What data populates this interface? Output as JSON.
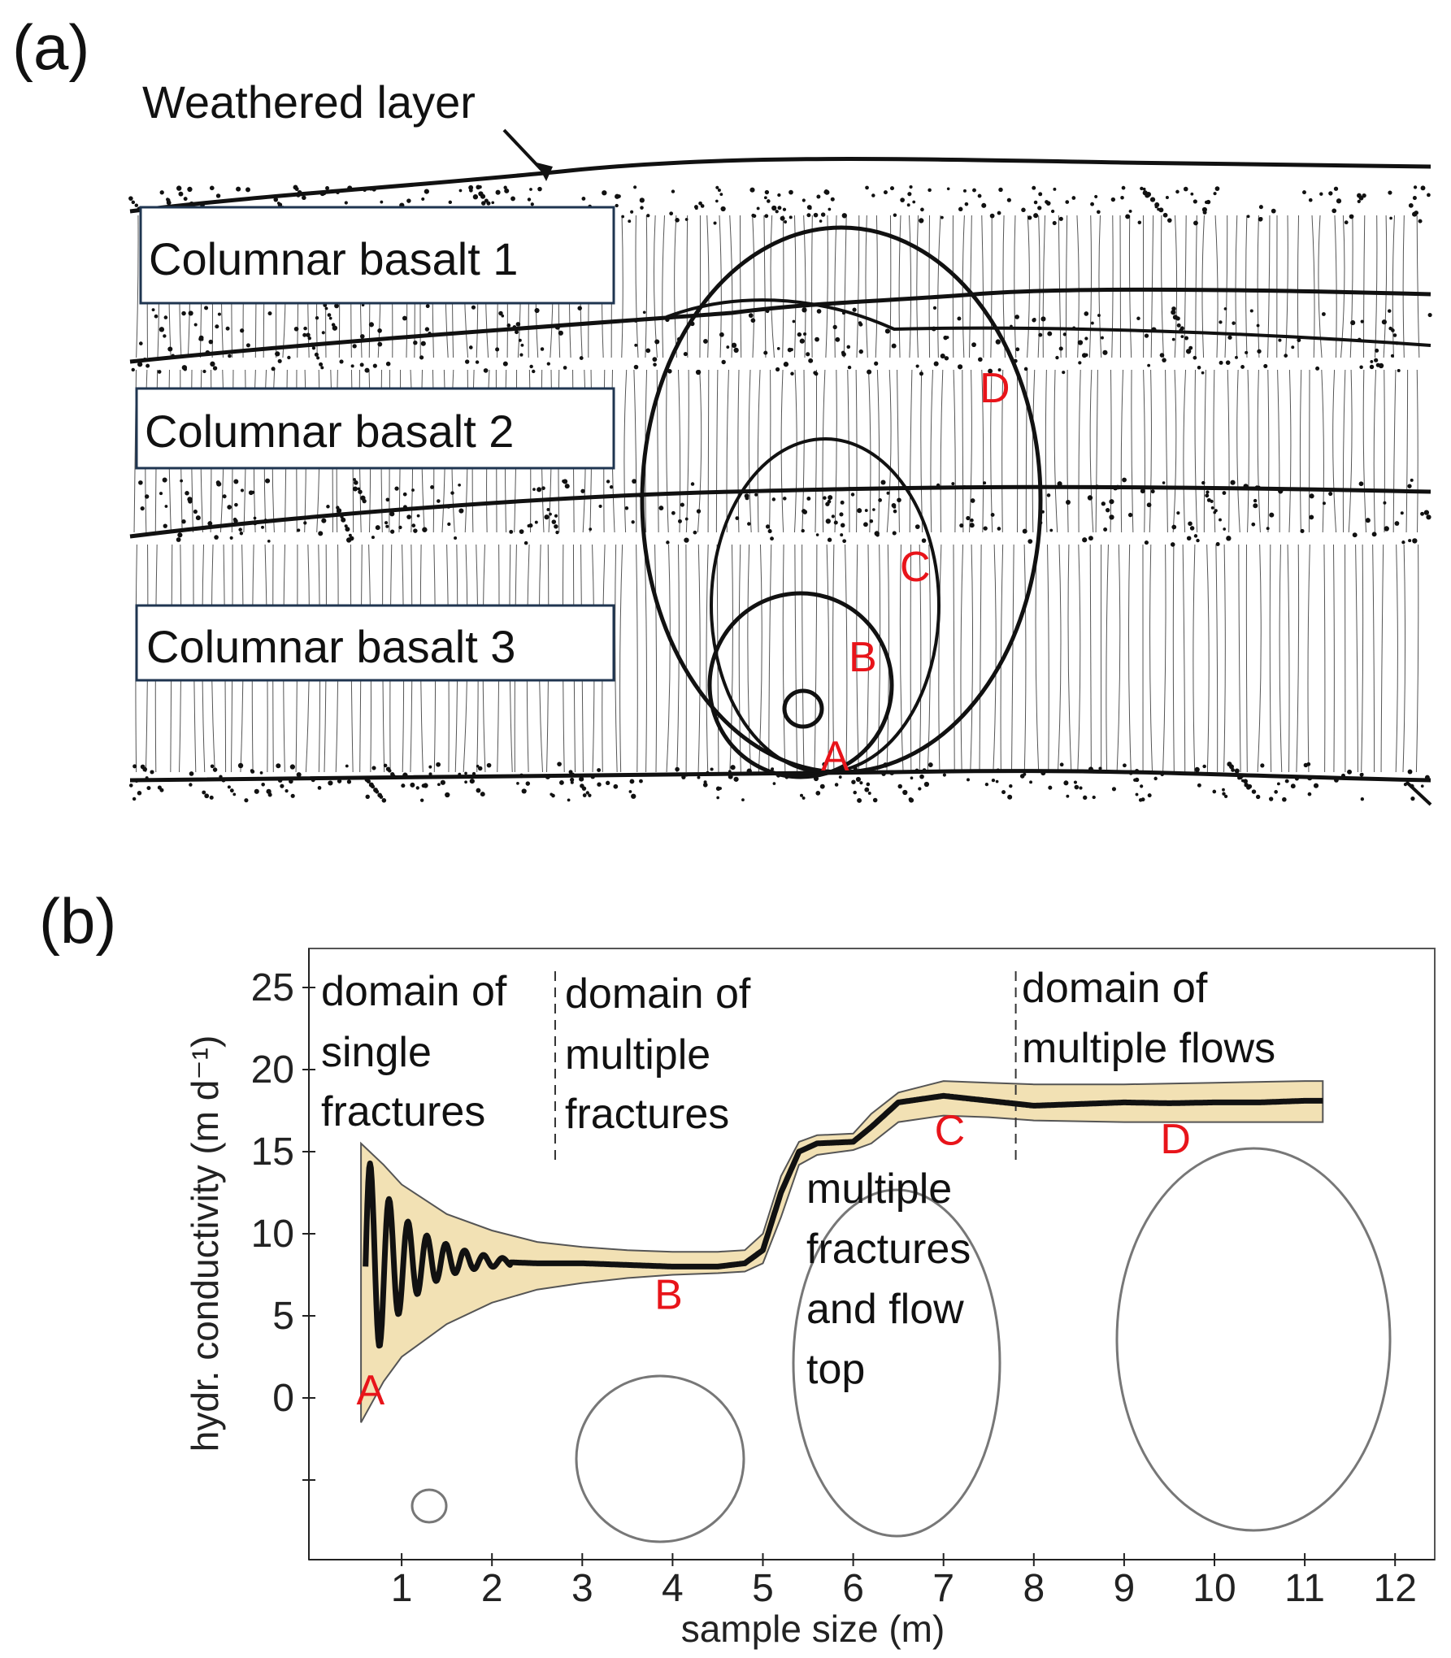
{
  "panel_a": {
    "label": "(a)",
    "weathered_label": "Weathered layer",
    "layers": [
      "Columnar basalt 1",
      "Columnar basalt 2",
      "Columnar basalt 3"
    ],
    "ellipse_labels": [
      "A",
      "B",
      "C",
      "D"
    ]
  },
  "panel_b": {
    "label": "(b)",
    "domains": {
      "single": [
        "domain of",
        "single",
        "fractures"
      ],
      "multiple": [
        "domain of",
        "multiple",
        "fractures"
      ],
      "flow_top": [
        "multiple",
        "fractures",
        "and flow",
        "top"
      ],
      "flows": [
        "domain of",
        "multiple flows"
      ]
    }
  },
  "chart_data": {
    "type": "line",
    "xlabel": "sample size (m)",
    "ylabel": "hydr. conductivity (m d⁻¹)",
    "x_ticks": [
      "1",
      "2",
      "3",
      "4",
      "5",
      "6",
      "7",
      "8",
      "9",
      "10",
      "11",
      "12"
    ],
    "y_ticks": [
      "0",
      "5",
      "10",
      "15",
      "20",
      "25"
    ],
    "xlim": [
      0,
      12.5
    ],
    "ylim": [
      -10,
      27
    ],
    "domain_boundaries": [
      2.7,
      7.8
    ],
    "series": [
      {
        "x": [
          0.6,
          0.9,
          1.2,
          1.5,
          2.0,
          2.5,
          3.0,
          3.5,
          4.0,
          4.5,
          4.8,
          5.0,
          5.2,
          5.4,
          5.6,
          6.0,
          6.2,
          6.5,
          7.0,
          7.5,
          8.0,
          8.5,
          9.0,
          9.5,
          10.0,
          10.5,
          11.0,
          11.2
        ],
        "y": [
          8,
          8.2,
          8.3,
          8.4,
          8.3,
          8.2,
          8.2,
          8.1,
          8.0,
          8.0,
          8.2,
          9,
          12.5,
          15,
          15.5,
          15.6,
          16.5,
          18,
          18.4,
          18.1,
          17.8,
          17.9,
          18.0,
          17.95,
          18.0,
          18.0,
          18.1,
          18.1
        ]
      }
    ],
    "band": {
      "x": [
        0.55,
        0.8,
        1.0,
        1.5,
        2.0,
        2.5,
        3.0,
        3.5,
        4.0,
        4.5,
        4.8,
        5.0,
        5.2,
        5.4,
        5.6,
        6.0,
        6.2,
        6.5,
        7.0,
        7.5,
        8.0,
        9.0,
        10.0,
        11.0,
        11.2
      ],
      "upper": [
        15.5,
        14.2,
        13,
        11.2,
        10.2,
        9.5,
        9.2,
        9.0,
        8.9,
        8.9,
        9.0,
        10,
        13.5,
        15.6,
        16.0,
        16.1,
        17.3,
        18.6,
        19.3,
        19.2,
        19.1,
        19.1,
        19.2,
        19.3,
        19.3
      ],
      "lower": [
        -1.5,
        1,
        2.5,
        4.5,
        5.8,
        6.6,
        7.0,
        7.3,
        7.5,
        7.6,
        7.7,
        8.2,
        11,
        14.2,
        14.8,
        15.1,
        15.5,
        16.8,
        17.2,
        17.1,
        16.9,
        16.8,
        16.8,
        16.8,
        16.8
      ]
    },
    "point_labels": [
      {
        "label": "A",
        "x": 0.5,
        "y": 0.5
      },
      {
        "label": "B",
        "x": 3.8,
        "y": 6.3
      },
      {
        "label": "C",
        "x": 6.9,
        "y": 16.3
      },
      {
        "label": "D",
        "x": 9.4,
        "y": 15.8
      }
    ]
  }
}
